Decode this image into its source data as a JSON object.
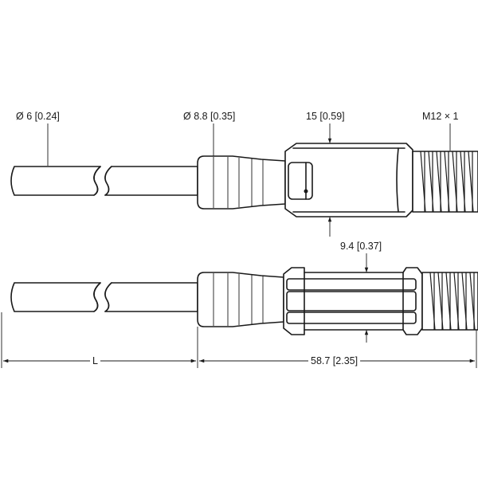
{
  "labels": {
    "cable_diameter": "Ø 6 [0.24]",
    "body_diameter": "Ø 8.8 [0.35]",
    "width_top": "15 [0.59]",
    "thread": "M12 × 1",
    "height_bottom": "9.4 [0.37]",
    "length_cable": "L",
    "length_connector": "58.7 [2.35]"
  }
}
